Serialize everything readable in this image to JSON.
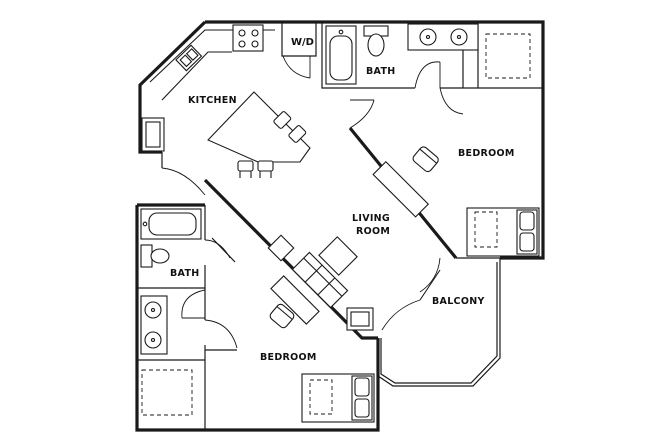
{
  "floorplan": {
    "rooms": {
      "kitchen": "KITCHEN",
      "bath_top": "BATH",
      "bedroom_right": "BEDROOM",
      "living_line1": "LIVING",
      "living_line2": "ROOM",
      "bath_left": "BATH",
      "bedroom_bottom": "BEDROOM",
      "balcony": "BALCONY"
    },
    "appliance_label": "W/D",
    "colors": {
      "wall": "#1a1a1a",
      "background": "#ffffff"
    }
  }
}
